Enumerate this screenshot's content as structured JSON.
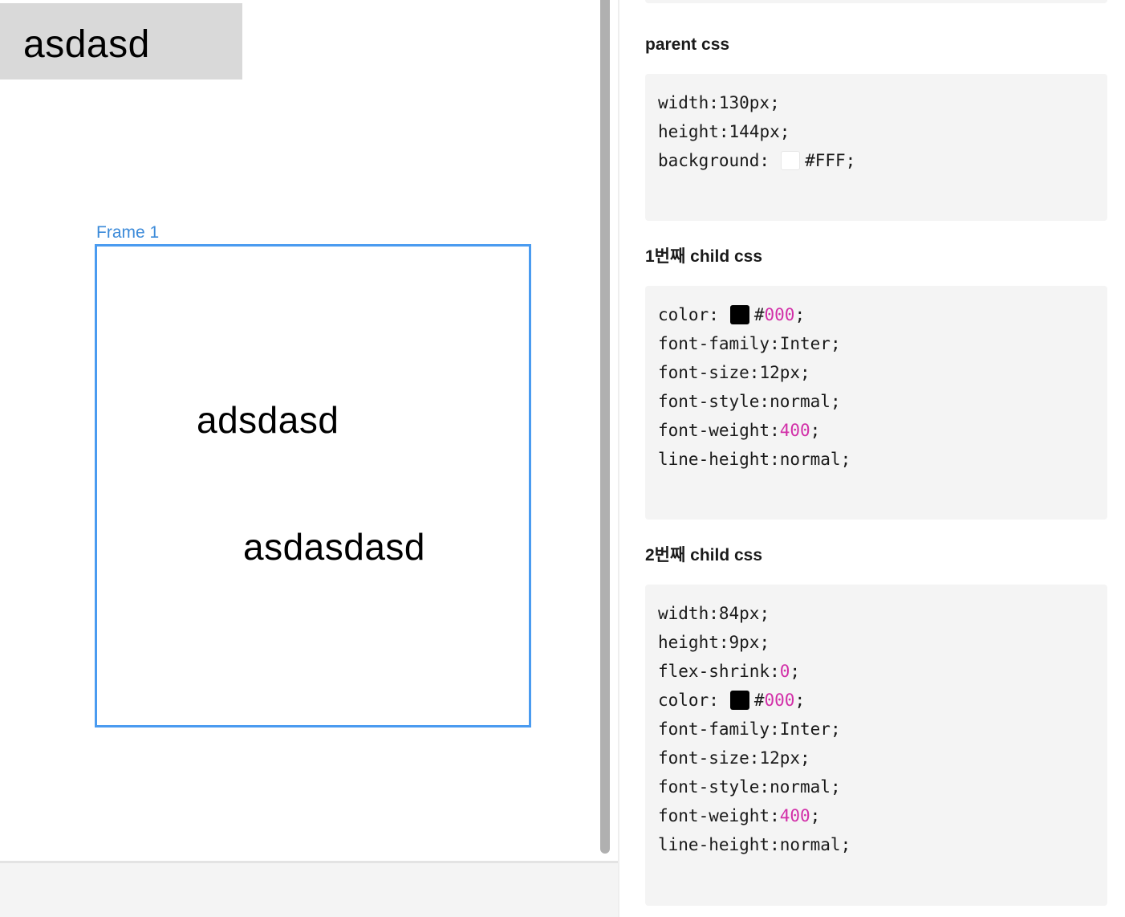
{
  "canvas": {
    "gray_box_text": "asdasd",
    "frame_label": "Frame 1",
    "frame_text_1": "adsdasd",
    "frame_text_2": "asdasdasd"
  },
  "panel": {
    "parent": {
      "title": "parent css",
      "width_prop": "width:",
      "width_val": "130px",
      "height_prop": "height:",
      "height_val": "144px",
      "background_prop": "background:",
      "background_val": "#FFF",
      "background_swatch_color": "#FFFFFF"
    },
    "child1": {
      "title": "1번째 child css",
      "color_prop": "color:",
      "color_hash": "#",
      "color_digits": "000",
      "color_swatch": "#000000",
      "font_family_prop": "font-family:",
      "font_family_val": "Inter",
      "font_size_prop": "font-size:",
      "font_size_val": "12px",
      "font_style_prop": "font-style:",
      "font_style_val": "normal",
      "font_weight_prop": "font-weight:",
      "font_weight_val": "400",
      "line_height_prop": "line-height:",
      "line_height_val": "normal"
    },
    "child2": {
      "title": "2번째 child css",
      "width_prop": "width:",
      "width_val": "84px",
      "height_prop": "height:",
      "height_val": "9px",
      "flex_shrink_prop": "flex-shrink:",
      "flex_shrink_val": "0",
      "color_prop": "color:",
      "color_hash": "#",
      "color_digits": "000",
      "color_swatch": "#000000",
      "font_family_prop": "font-family:",
      "font_family_val": "Inter",
      "font_size_prop": "font-size:",
      "font_size_val": "12px",
      "font_style_prop": "font-style:",
      "font_style_val": "normal",
      "font_weight_prop": "font-weight:",
      "font_weight_val": "400",
      "line_height_prop": "line-height:",
      "line_height_val": "normal"
    },
    "semicolon": ";"
  },
  "colors": {
    "frame_border": "#4A9BF0",
    "frame_label": "#3B8AD9",
    "number_highlight": "#D22FA8",
    "code_background": "#F4F4F4",
    "gray_box": "#D9D9D9"
  }
}
